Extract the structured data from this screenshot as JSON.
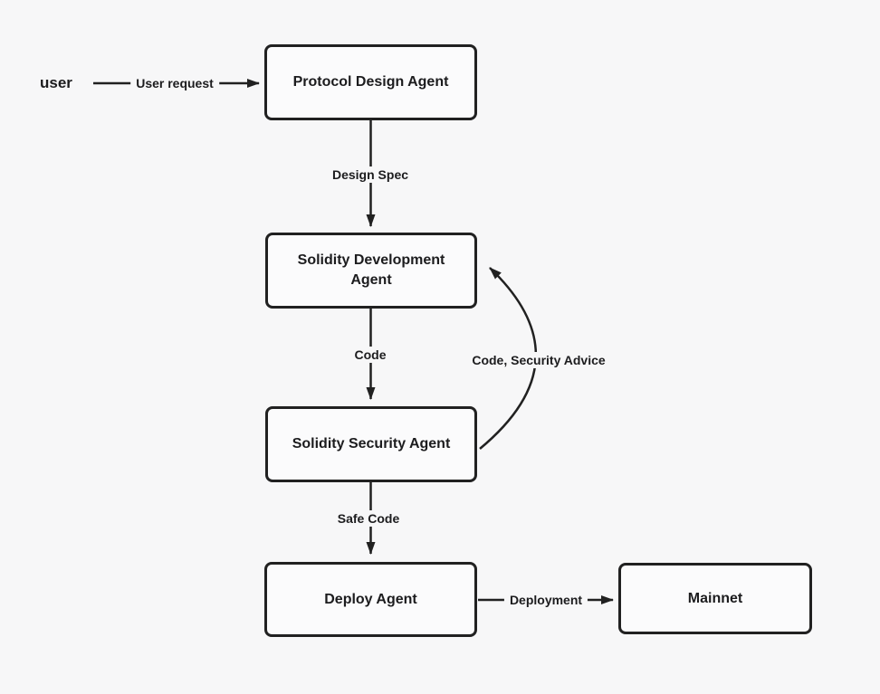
{
  "diagram": {
    "colors": {
      "background": "#f7f7f8",
      "node_fill": "#fbfbfc",
      "stroke": "#212121",
      "text": "#1c1c1e"
    },
    "nodes": {
      "user": {
        "label": "user"
      },
      "protocol_design": {
        "label": "Protocol Design Agent"
      },
      "solidity_dev": {
        "label": "Solidity Development Agent"
      },
      "solidity_sec": {
        "label": "Solidity Security Agent"
      },
      "deploy": {
        "label": "Deploy Agent"
      },
      "mainnet": {
        "label": "Mainnet"
      }
    },
    "edges": {
      "user_to_design": {
        "label": "User request"
      },
      "design_to_dev": {
        "label": "Design Spec"
      },
      "dev_to_sec": {
        "label": "Code"
      },
      "sec_to_dev": {
        "label": "Code, Security Advice"
      },
      "sec_to_deploy": {
        "label": "Safe Code"
      },
      "deploy_to_mainnet": {
        "label": "Deployment"
      }
    }
  }
}
